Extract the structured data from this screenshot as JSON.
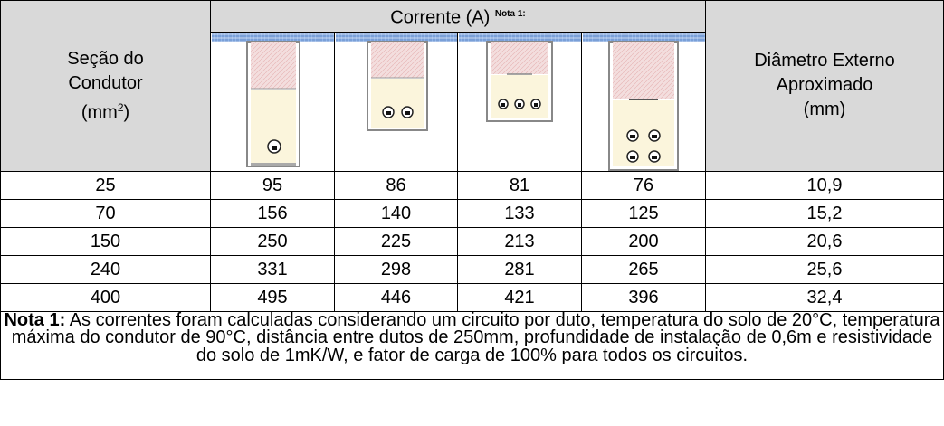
{
  "header": {
    "conductor_section": "Seção do Condutor (mm²)",
    "conductor_lines": [
      "Seção do",
      "Condutor",
      "(mm",
      "2",
      ")"
    ],
    "current_title": "Corrente (A)",
    "current_note_ref": "Nota 1:",
    "diameter_lines": [
      "Diâmetro Externo",
      "Aproximado",
      "(mm)"
    ]
  },
  "icons": [
    {
      "name": "duct-one-cable-icon",
      "cables": 1
    },
    {
      "name": "duct-two-cables-icon",
      "cables": 2
    },
    {
      "name": "duct-three-cables-icon",
      "cables": 3
    },
    {
      "name": "duct-four-cables-icon",
      "cables": 4
    }
  ],
  "rows": [
    {
      "section": "25",
      "c1": "95",
      "c2": "86",
      "c3": "81",
      "c4": "76",
      "diameter": "10,9"
    },
    {
      "section": "70",
      "c1": "156",
      "c2": "140",
      "c3": "133",
      "c4": "125",
      "diameter": "15,2"
    },
    {
      "section": "150",
      "c1": "250",
      "c2": "225",
      "c3": "213",
      "c4": "200",
      "diameter": "20,6"
    },
    {
      "section": "240",
      "c1": "331",
      "c2": "298",
      "c3": "281",
      "c4": "265",
      "diameter": "25,6"
    },
    {
      "section": "400",
      "c1": "495",
      "c2": "446",
      "c3": "421",
      "c4": "396",
      "diameter": "32,4"
    }
  ],
  "note": {
    "label": "Nota 1:",
    "text": " As correntes foram calculadas considerando um circuito por duto, temperatura do solo de 20°C, temperatura máxima do condutor de 90°C, distância entre dutos de 250mm, profundidade de instalação de 0,6m e resistividade do solo de 1mK/W, e fator de carga de 100% para todos os circuitos."
  },
  "colors": {
    "header_bg": "#d9d9d9",
    "surface_blue": "#8fb4e8",
    "pink_fill": "#f3dede",
    "sand_fill": "#fbf5dc"
  }
}
